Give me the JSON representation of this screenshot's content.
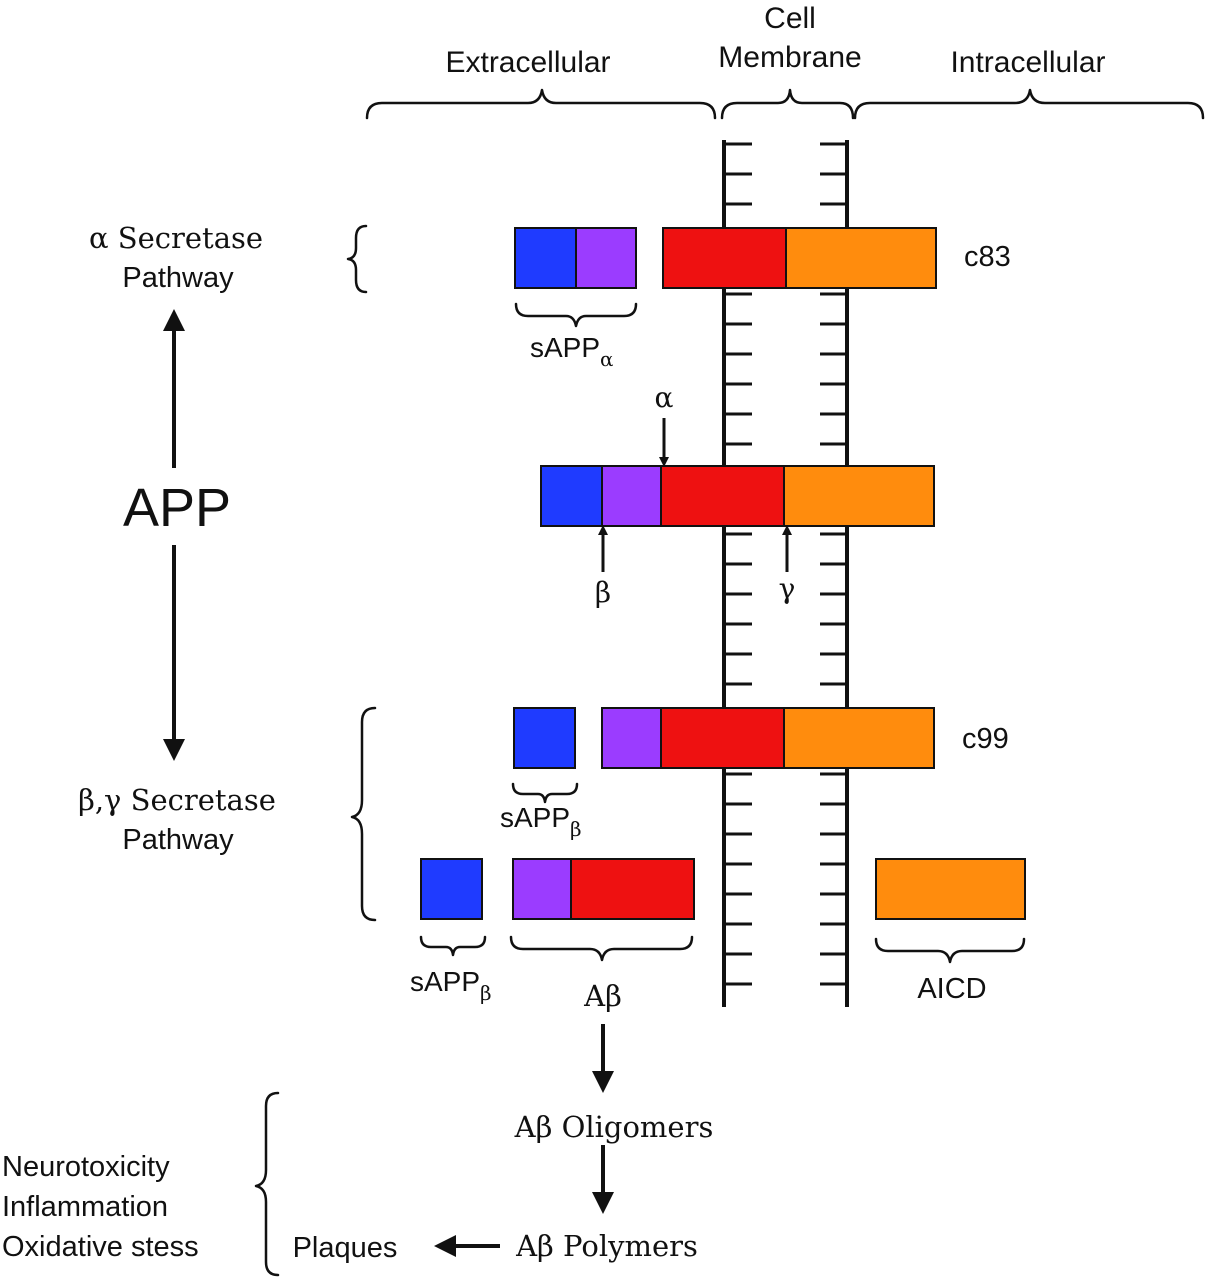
{
  "regions": {
    "extracellular": "Extracellular",
    "membrane_line1": "Cell",
    "membrane_line2": "Membrane",
    "intracellular": "Intracellular"
  },
  "left": {
    "alpha_pathway_line1": "α Secretase",
    "alpha_pathway_line2": "Pathway",
    "app": "APP",
    "beta_gamma_pathway_line1": "β,γ Secretase",
    "beta_gamma_pathway_line2": "Pathway"
  },
  "fragments": {
    "c83": "c83",
    "c99": "c99",
    "sapp_alpha": "sAPP",
    "sapp_alpha_sub": "α",
    "sapp_beta_1": "sAPP",
    "sapp_beta_1_sub": "β",
    "sapp_beta_2": "sAPP",
    "sapp_beta_2_sub": "β",
    "abeta": "Aβ",
    "aicd": "AICD"
  },
  "cleavage_sites": {
    "alpha": "α",
    "beta": "β",
    "gamma": "γ"
  },
  "downstream": {
    "oligomers": "Aβ Oligomers",
    "polymers": "Aβ Polymers",
    "plaques": "Plaques",
    "effect1": "Neurotoxicity",
    "effect2": "Inflammation",
    "effect3": "Oxidative stess"
  },
  "colors": {
    "blue": "#1f3bff",
    "purple": "#9b3cff",
    "red": "#ee1111",
    "orange": "#ff8c0d"
  }
}
